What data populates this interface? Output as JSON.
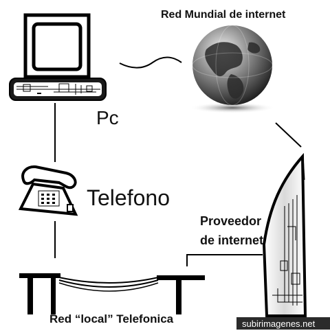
{
  "labels": {
    "internet": "Red Mundial de internet",
    "pc": "Pc",
    "telefono": "Telefono",
    "proveedor_line1": "Proveedor",
    "proveedor_line2": "de internet",
    "red_local": "Red “local” Telefonica"
  },
  "watermark": "subirimagenes.net",
  "icons": {
    "computer": "computer-icon",
    "globe": "globe-icon",
    "telephone": "telephone-icon",
    "building": "building-icon",
    "poles": "utility-pole-icon"
  }
}
